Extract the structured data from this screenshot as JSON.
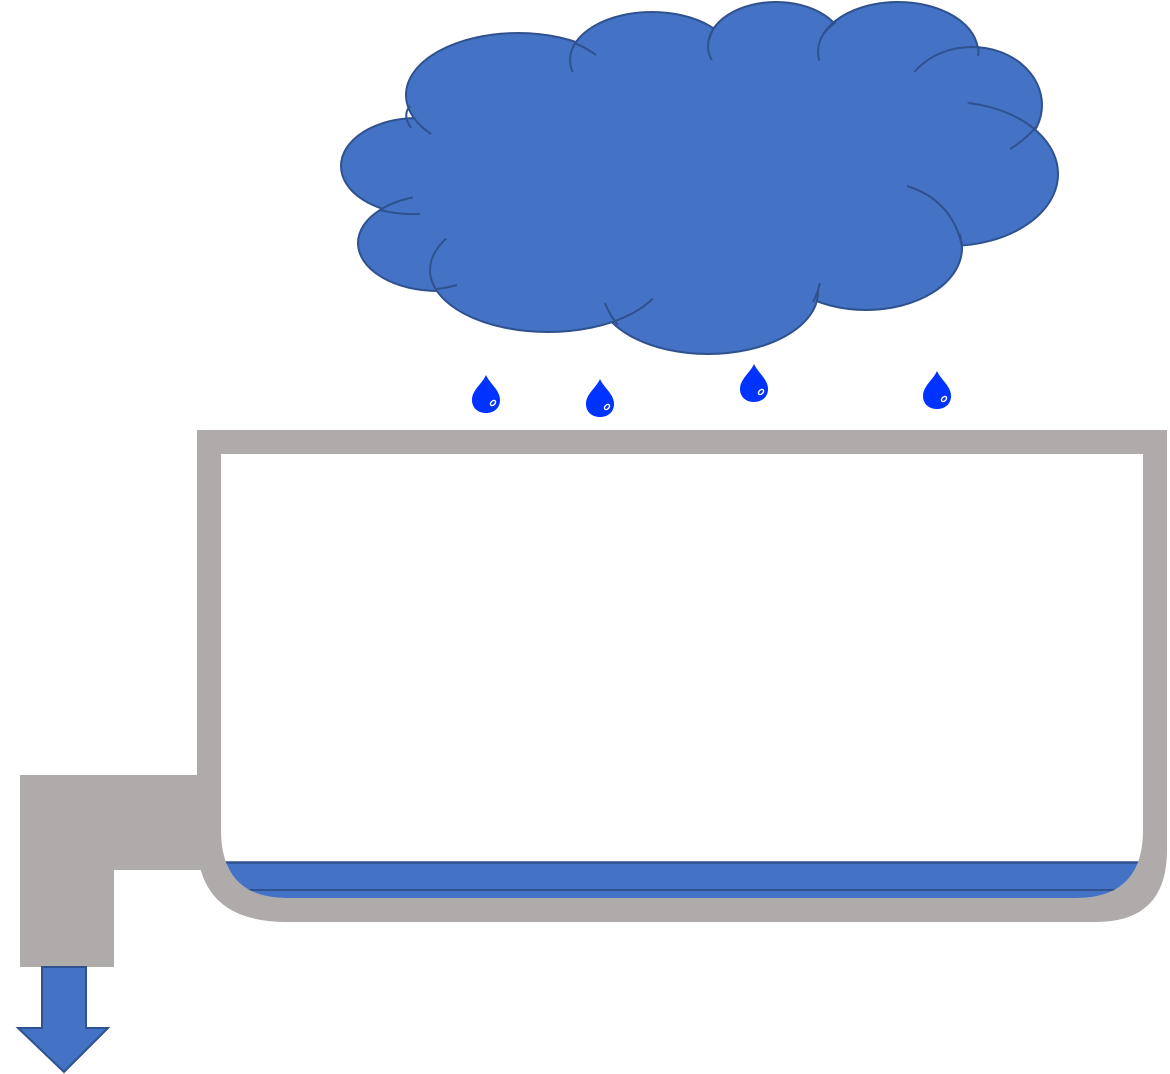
{
  "diagram": {
    "type": "rain-collection-tank",
    "cloud": {
      "icon": "cloud-icon",
      "fill": "#4472C4",
      "outline": "#2F528F"
    },
    "raindrops": {
      "icon": "raindrop-icon",
      "count": 4,
      "fill": "#0033FF"
    },
    "tank": {
      "wall_color": "#AFABAA",
      "interior_color": "#FFFFFF",
      "water_fill_fraction": 0.08
    },
    "water": {
      "fill": "#4472C4",
      "outline": "#2F528F"
    },
    "outlet_pipe": {
      "color": "#AFABAA"
    },
    "outflow_arrow": {
      "icon": "arrow-down-icon",
      "fill": "#4472C4",
      "outline": "#2F528F"
    }
  }
}
